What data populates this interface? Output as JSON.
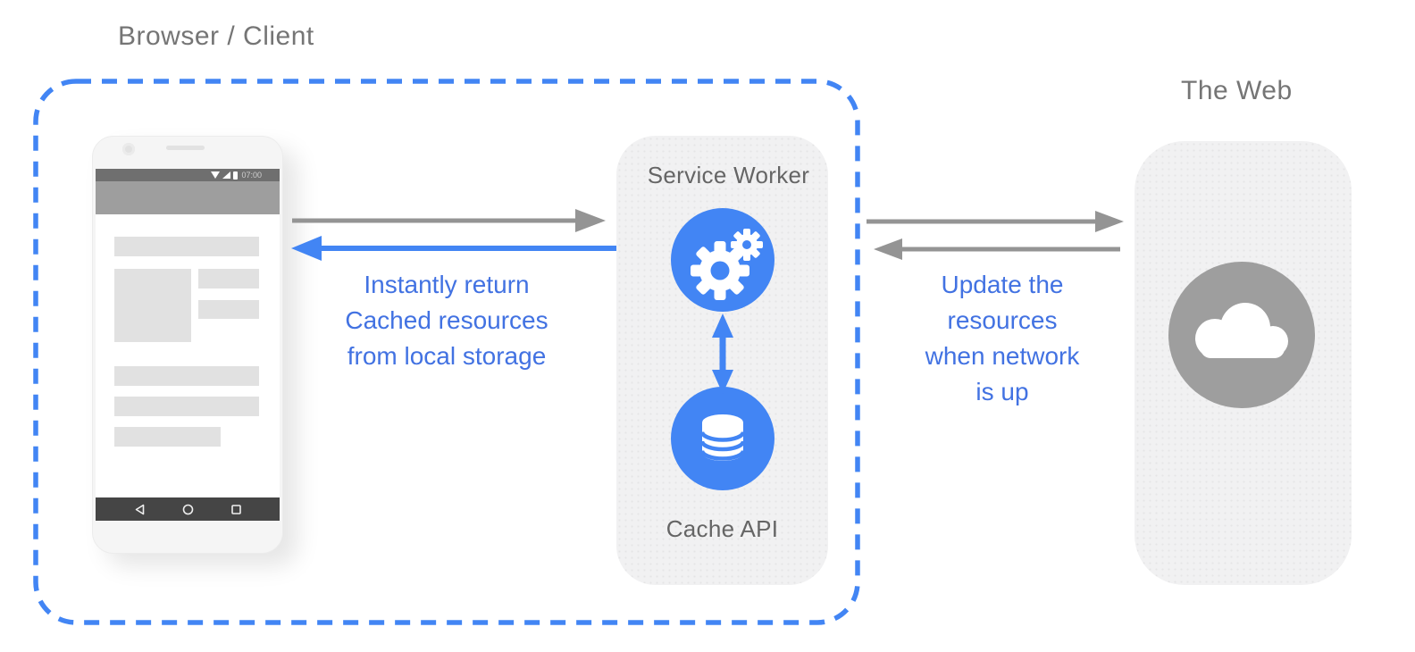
{
  "diagram": {
    "browser_client_title": "Browser / Client",
    "web_title": "The Web"
  },
  "service_worker_panel": {
    "title": "Service Worker",
    "cache_api_label": "Cache API"
  },
  "phone": {
    "status_time": "07:00"
  },
  "annotations": {
    "instant_return": {
      "lines": [
        "Instantly return",
        "Cached resources",
        "from local storage"
      ]
    },
    "update_resources": {
      "lines": [
        "Update the",
        "resources",
        "when network",
        "is up"
      ]
    }
  },
  "icons": {
    "gears": "gears-icon",
    "database": "database-icon",
    "cloud": "cloud-icon",
    "nav_back": "triangle-left-outline",
    "nav_home": "circle-outline",
    "nav_recents": "square-outline",
    "status": [
      "wifi",
      "cell-signal",
      "battery"
    ]
  },
  "colors": {
    "accent_blue": "#4285F4",
    "annotation_blue": "#4272E2",
    "arrow_gray": "#949494",
    "title_gray": "#757575",
    "panel_bg": "#F1F1F2",
    "web_circle_gray": "#9E9E9E",
    "dashed_border_blue": "#4285F4"
  }
}
